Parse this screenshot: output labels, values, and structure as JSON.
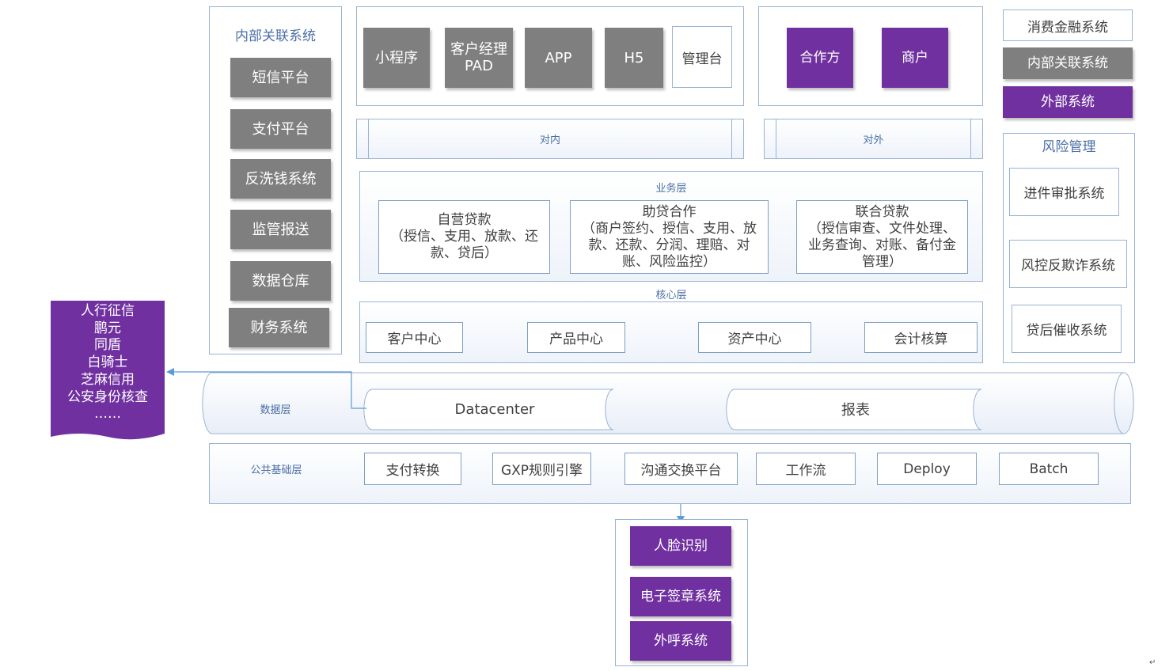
{
  "internal_panel": {
    "title": "内部关联系统",
    "items": [
      "短信平台",
      "支付平台",
      "反洗钱系统",
      "监管报送",
      "数据仓库",
      "财务系统"
    ]
  },
  "channels": {
    "items": [
      "小程序",
      "客户经理\nPAD",
      "APP",
      "H5"
    ],
    "admin": "管理台"
  },
  "partners": {
    "items": [
      "合作方",
      "商户"
    ]
  },
  "legend": {
    "consumer": "消费金融系统",
    "internal": "内部关联系统",
    "external": "外部系统"
  },
  "gateway": {
    "inner": "对内",
    "outer": "对外"
  },
  "business_layer": {
    "title": "业务层",
    "items": [
      {
        "name": "自营贷款",
        "desc": "（授信、支用、放款、还款、贷后）"
      },
      {
        "name": "助贷合作",
        "desc": "（商户签约、授信、支用、放款、还款、分润、理赔、对账、风险监控）"
      },
      {
        "name": "联合贷款",
        "desc": "（授信审查、文件处理、业务查询、对账、备付金管理）"
      }
    ]
  },
  "core_layer": {
    "title": "核心层",
    "items": [
      "客户中心",
      "产品中心",
      "资产中心",
      "会计核算"
    ]
  },
  "risk": {
    "title": "风险管理",
    "items": [
      "进件审批系统",
      "风控反欺诈系统",
      "贷后催收系统"
    ]
  },
  "data_layer": {
    "title": "数据层",
    "items": [
      "Datacenter",
      "报表"
    ]
  },
  "public_layer": {
    "title": "公共基础层",
    "items": [
      "支付转换",
      "GXP规则引擎",
      "沟通交换平台",
      "工作流",
      "Deploy",
      "Batch"
    ]
  },
  "external_sources": {
    "lines": [
      "人行征信",
      "鹏元",
      "同盾",
      "白骑士",
      "芝麻信用",
      "公安身份核查",
      "……"
    ]
  },
  "external_services": {
    "items": [
      "人脸识别",
      "电子签章系统",
      "外呼系统"
    ]
  },
  "colors": {
    "purple": "#7030a0",
    "gray": "#7f7f7f",
    "border": "#9ab3d2",
    "arrow": "#5b9bd5"
  }
}
